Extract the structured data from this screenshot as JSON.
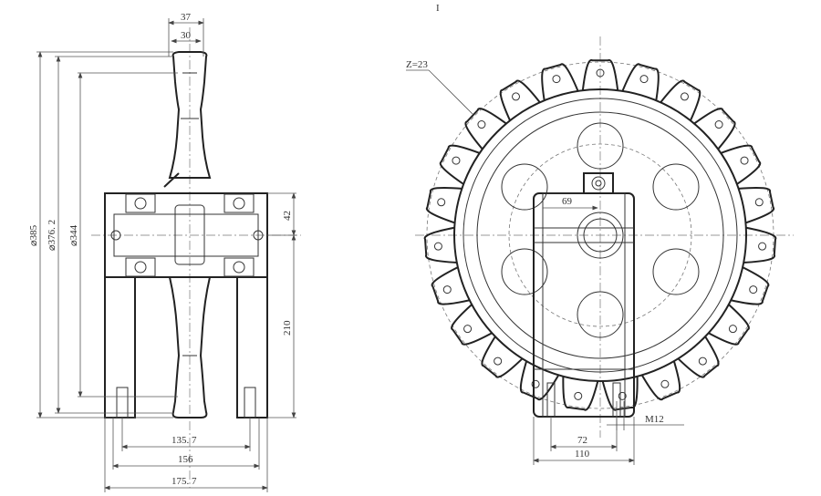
{
  "drawing": {
    "title_mark": "I",
    "side_view": {
      "dimensions": {
        "top_width_outer": "37",
        "top_width_inner": "30",
        "dia_outer": "⌀385",
        "dia_pitch": "⌀376. 2",
        "dia_root": "⌀344",
        "hub_height": "42",
        "base_height": "210",
        "width_inner": "135. 7",
        "width_mid": "156",
        "width_outer": "175. 7"
      }
    },
    "front_view": {
      "labels": {
        "teeth": "Z=23",
        "bore": "69",
        "thread": "M12",
        "width_inner": "72",
        "width_outer": "110"
      }
    }
  }
}
